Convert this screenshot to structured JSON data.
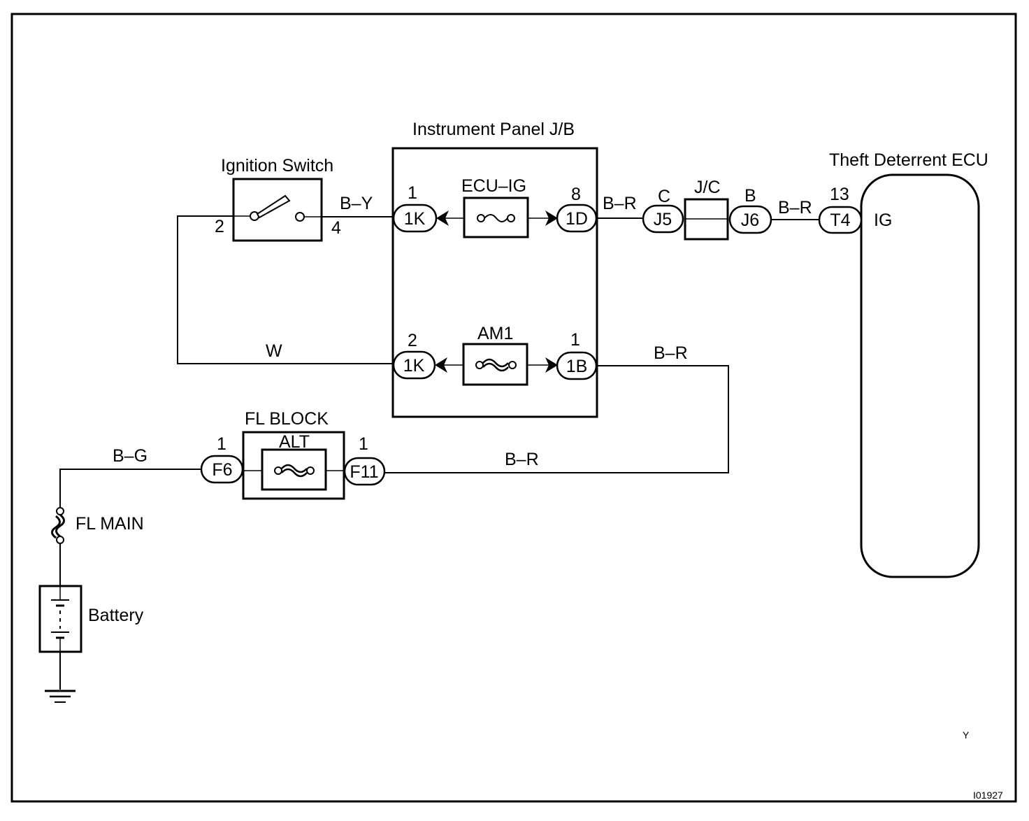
{
  "components": {
    "ignition_switch": "Ignition Switch",
    "instrument_panel_jb": "Instrument Panel J/B",
    "theft_deterrent_ecu": "Theft Deterrent ECU",
    "ecu_ig_fuse": "ECU–IG",
    "am1_fuse": "AM1",
    "fl_block": "FL BLOCK",
    "alt_fuse": "ALT",
    "fl_main": "FL MAIN",
    "battery": "Battery",
    "jc": "J/C",
    "ecu_ig_terminal": "IG"
  },
  "pins": {
    "ign_2": "2",
    "ign_4": "4",
    "p1k_top": "1",
    "p1d": "8",
    "p1k_bot": "2",
    "p1b": "1",
    "f6": "1",
    "f11": "1",
    "j5": "C",
    "j6": "B",
    "t4": "13"
  },
  "connectors": {
    "c1k_top": "1K",
    "c1d": "1D",
    "c1k_bot": "1K",
    "c1b": "1B",
    "cj5": "J5",
    "cj6": "J6",
    "ct4": "T4",
    "cf6": "F6",
    "cf11": "F11"
  },
  "wires": {
    "by": "B–Y",
    "br_1": "B–R",
    "br_2": "B–R",
    "w": "W",
    "br_3": "B–R",
    "br_4": "B–R",
    "bg": "B–G"
  },
  "footer": {
    "mark": "Y",
    "code": "I01927"
  }
}
